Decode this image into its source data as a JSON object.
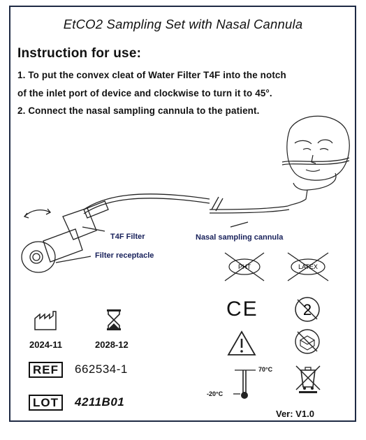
{
  "title": "EtCO2 Sampling Set with Nasal Cannula",
  "instructions": {
    "heading": "Instruction for use:",
    "step1_line1": "1. To put the convex cleat of Water Filter T4F into the notch",
    "step1_line2": "of the inlet port of device  and clockwise to turn it to 45°.",
    "step2": "2. Connect the nasal sampling cannula to the patient."
  },
  "labels": {
    "t4f_filter": "T4F Filter",
    "filter_receptacle": "Filter receptacle",
    "nasal_cannula": "Nasal sampling cannula"
  },
  "symbols": {
    "pht": "PHT",
    "latex": "LATEX",
    "ce": "CE",
    "single_use": "2",
    "temp_high": "70°C",
    "temp_low": "-20°C"
  },
  "dates": {
    "manufacture": "2024-11",
    "expiry": "2028-12"
  },
  "ref": {
    "label": "REF",
    "value": "662534-1"
  },
  "lot": {
    "label": "LOT",
    "value": "4211B01"
  },
  "version": "Ver: V1.0",
  "colors": {
    "frame": "#1e2a44",
    "label_blue": "#17205a"
  }
}
